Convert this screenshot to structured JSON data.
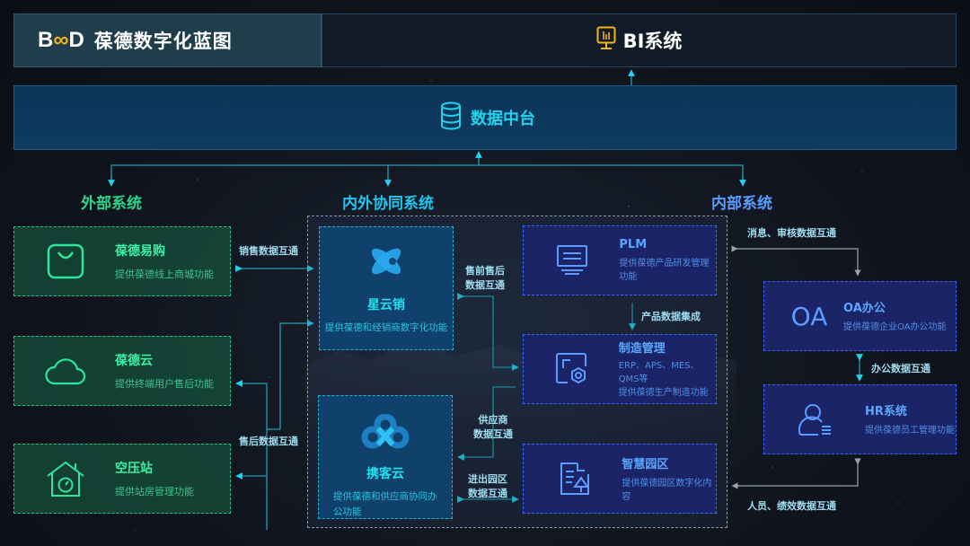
{
  "header": {
    "logo_text": "BOD",
    "logo_left": "B",
    "logo_mid": "∞",
    "logo_right": "D",
    "title": "葆德数字化蓝图",
    "bi_label": "BI系统"
  },
  "data_platform": {
    "label": "数据中台"
  },
  "sections": {
    "external": "外部系统",
    "collab": "内外协同系统",
    "internal": "内部系统"
  },
  "external_systems": [
    {
      "title": "葆德易购",
      "desc": "提供葆德线上商城功能",
      "icon": "shopping-bag-icon"
    },
    {
      "title": "葆德云",
      "desc": "提供终端用户售后功能",
      "icon": "cloud-icon"
    },
    {
      "title": "空压站",
      "desc": "提供站房管理功能",
      "icon": "house-gauge-icon"
    }
  ],
  "collab_systems": [
    {
      "title": "星云销",
      "desc": "提供葆德和经销商数字化功能",
      "icon": "star-cross-icon"
    },
    {
      "title": "携客云",
      "desc": "提供葆德和供应商协同办公功能",
      "icon": "trefoil-icon"
    }
  ],
  "internal_core": [
    {
      "title": "PLM",
      "desc": "提供葆德产品研发管理功能",
      "icon": "monitor-settings-icon"
    },
    {
      "title": "制造管理",
      "desc": "ERP、APS、MES、QMS等",
      "desc2": "提供葆德生产制造功能",
      "icon": "frame-nut-icon"
    },
    {
      "title": "智慧园区",
      "desc": "提供葆德园区数字化内容",
      "icon": "document-tree-icon"
    }
  ],
  "internal_systems": [
    {
      "title": "OA办公",
      "desc": "提供葆德企业OA办公功能",
      "icon_text": "OA",
      "icon": "oa-text-icon"
    },
    {
      "title": "HR系统",
      "desc": "提供葆德员工管理功能",
      "icon": "user-list-icon"
    }
  ],
  "edges": {
    "sales": "销售数据互通",
    "after_sales": "售后数据互通",
    "pre_after_1": "售前售后",
    "pre_after_2": "数据互通",
    "product": "产品数据集成",
    "supplier_1": "供应商",
    "supplier_2": "数据互通",
    "park_1": "进出园区",
    "park_2": "数据互通",
    "message": "消息、审核数据互通",
    "office": "办公数据互通",
    "hr": "人员、绩效数据互通"
  },
  "colors": {
    "accent_cyan": "#22d3ee",
    "green": "#25c18a",
    "blue": "#3a64ff",
    "gold": "#f4b41a"
  }
}
